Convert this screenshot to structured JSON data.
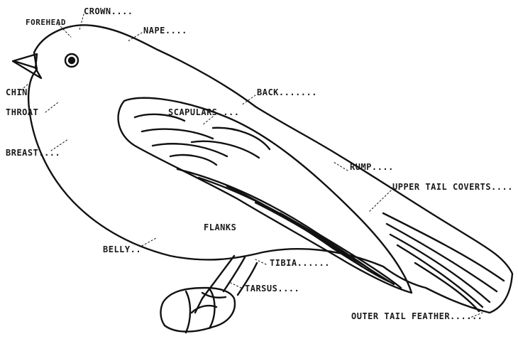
{
  "colors": {
    "ink": "#111111",
    "paper": "#ffffff"
  },
  "labels": {
    "forehead": "FOREHEAD",
    "crown": "CROWN....",
    "nape": "NAPE....",
    "chin": "CHIN",
    "throat": "THROAT",
    "breast": "BREAST....",
    "back": "BACK.......",
    "scapulars": "SCAPULARS....",
    "rump": "RUMP....",
    "upper_tail_coverts": "UPPER TAIL COVERTS....",
    "flanks": "FLANKS",
    "belly": "BELLY..",
    "tibia": "TIBIA......",
    "tarsus": "TARSUS....",
    "outer_tail_feather": "OUTER TAIL FEATHER......"
  }
}
